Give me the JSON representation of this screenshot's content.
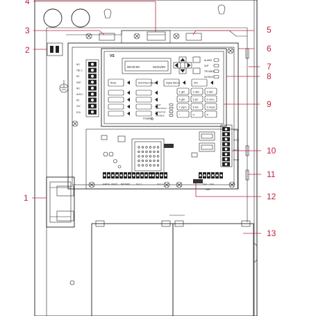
{
  "callouts": [
    "1",
    "2",
    "3",
    "4",
    "5",
    "6",
    "7",
    "8",
    "9",
    "10",
    "11",
    "12",
    "13"
  ],
  "panel": {
    "logo": "VS",
    "lcd_left": "00:00:00",
    "lcd_right": "01/01/00",
    "side_indicators": [
      "ALARM",
      "SUP",
      "TROUBLE",
      "SILENCE"
    ],
    "left_terminal_labels": [
      "NO",
      "TBL C",
      "NC",
      "SUP",
      "NO",
      "ALM C",
      "NC",
      "24V",
      "EOL"
    ],
    "function_keys": [
      "Reset",
      "ACK/Panel Silence",
      "Signal Silence",
      "Drill"
    ],
    "keypad": [
      "1 ghi",
      "2 abc",
      "3 def",
      "4 ghi",
      "5 jkl",
      "6 mno",
      "7 pqrs",
      "8 tuv",
      "9 wxyz",
      "*",
      "0",
      "#"
    ],
    "mid_indicators": [
      "TEST",
      "GND FAULT",
      "MONITOR",
      "DISABLE"
    ],
    "power_label": "POWER",
    "bottom_labels": [
      "EARTH",
      "24VDC",
      "BATTERY",
      "SLC 1",
      "SLC 2",
      "CH1",
      "CH2",
      "ANN"
    ],
    "right_terminal_labels": [
      "NAC 1",
      "NAC 2",
      "NAC 3",
      "NAC 4"
    ]
  }
}
